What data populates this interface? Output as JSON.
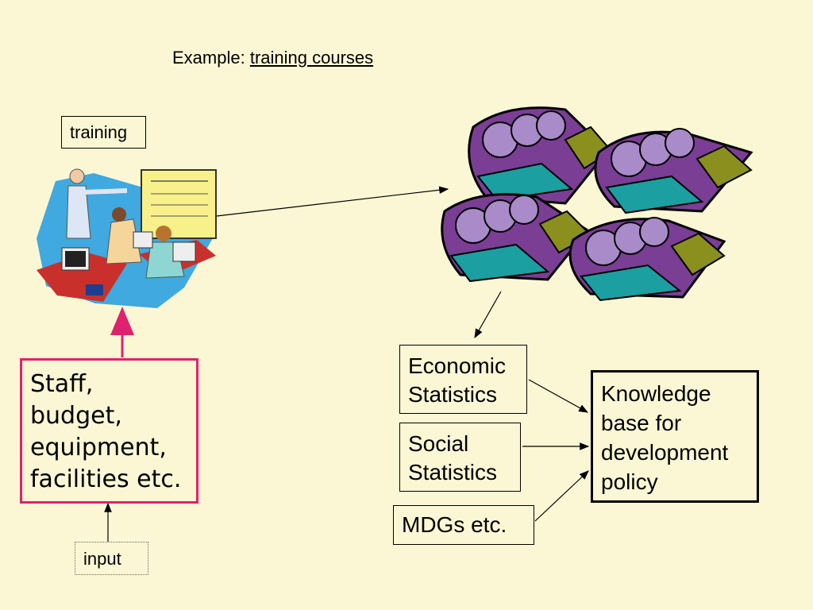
{
  "title": {
    "prefix": "Example: ",
    "link": "training courses"
  },
  "boxes": {
    "training": "training",
    "inputs": [
      "Staff,",
      "budget,",
      "equipment,",
      "facilities etc."
    ],
    "input": "input",
    "economic": [
      "Economic",
      "Statistics"
    ],
    "social": [
      "Social",
      "Statistics"
    ],
    "mdgs": "MDGs etc.",
    "knowledge": [
      "Knowledge",
      "base for",
      "development",
      "policy"
    ]
  },
  "colors": {
    "background": "#FBF7D5",
    "input_box_border": "#E0216F",
    "arrow_input": "#E0216F",
    "arrow_default": "#000000"
  },
  "icons": {
    "training_clipart": "classroom-training-icon",
    "meeting_clipart": "meeting-group-icon"
  }
}
